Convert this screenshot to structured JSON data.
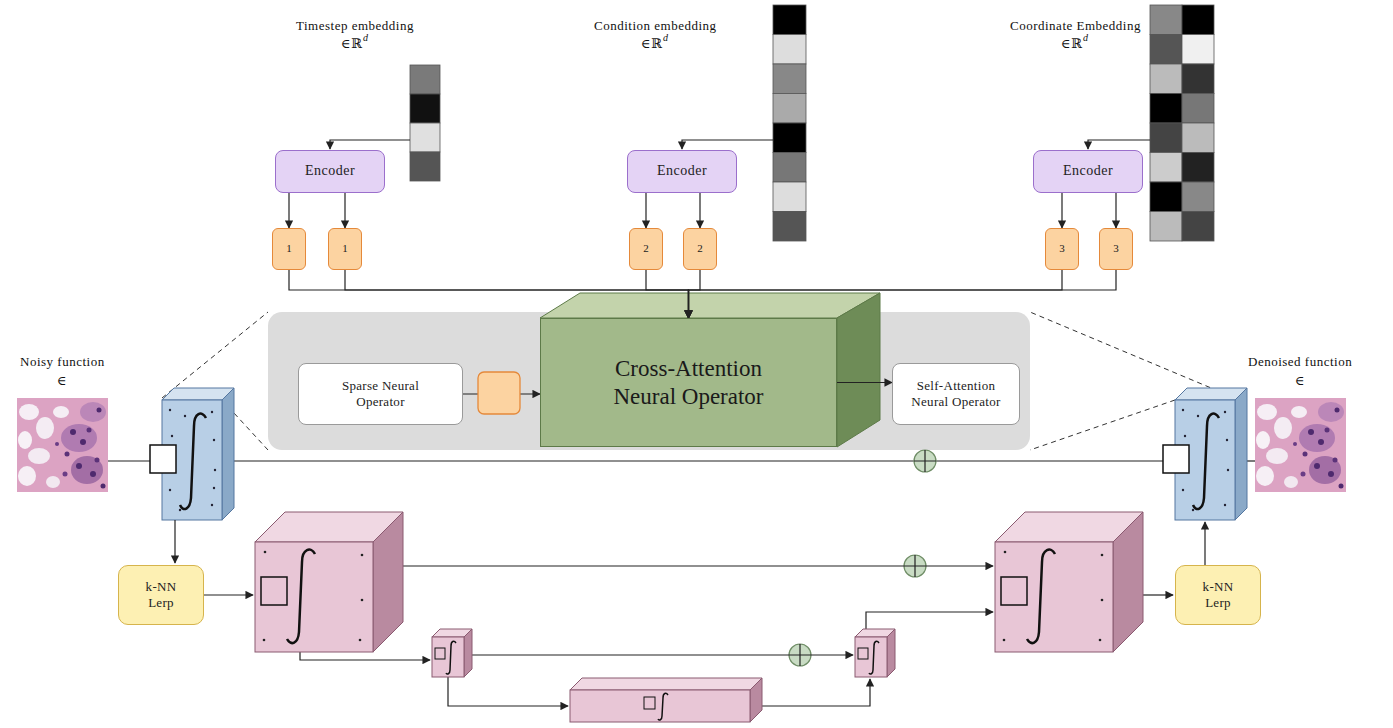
{
  "diagram": {
    "nodes": [
      {
        "text": [
          "Encoder"
        ]
      },
      {
        "text": [
          "1"
        ]
      },
      {
        "text": [
          "1"
        ]
      },
      {
        "text": [
          "Encoder"
        ]
      },
      {
        "text": [
          "2"
        ]
      },
      {
        "text": [
          "2"
        ]
      },
      {
        "text": [
          "Encoder"
        ]
      },
      {
        "text": [
          "3"
        ]
      },
      {
        "text": [
          "3"
        ]
      },
      {
        "text": [
          "Sparse Neural Operator"
        ]
      },
      {
        "text": [
          "Cross-Attention Neural Operator"
        ]
      },
      {
        "text": [
          "Self-Attention Neural Operator"
        ]
      },
      {
        "text": [
          "k-NN Lerp"
        ]
      },
      {
        "text": [
          "k-NN Lerp"
        ]
      }
    ],
    "edges": [
      {
        "from": 0,
        "to": 1,
        "arrow": "to"
      },
      {
        "from": 0,
        "to": 2,
        "arrow": "to"
      },
      {
        "from": 3,
        "to": 4,
        "arrow": "to"
      },
      {
        "from": 3,
        "to": 5,
        "arrow": "to"
      },
      {
        "from": 6,
        "to": 7,
        "arrow": "to"
      },
      {
        "from": 6,
        "to": 8,
        "arrow": "to"
      },
      {
        "from": 1,
        "to": 10,
        "arrow": "to"
      },
      {
        "from": 2,
        "to": 10,
        "arrow": "to"
      },
      {
        "from": 4,
        "to": 10,
        "arrow": "to"
      },
      {
        "from": 5,
        "to": 10,
        "arrow": "to"
      },
      {
        "from": 7,
        "to": 10,
        "arrow": "to"
      },
      {
        "from": 8,
        "to": 10,
        "arrow": "to"
      },
      {
        "from": 9,
        "to": 10,
        "arrow": "to"
      },
      {
        "from": 10,
        "to": 11,
        "arrow": "to"
      }
    ],
    "labels": [
      "Timestep embedding",
      "∈ℝ",
      "d",
      "Condition embedding",
      "∈ℝ",
      "d",
      "Coordinate Embedding",
      "∈ℝ",
      "d",
      "Noisy function",
      "∈",
      "Denoised function",
      "∈"
    ]
  }
}
